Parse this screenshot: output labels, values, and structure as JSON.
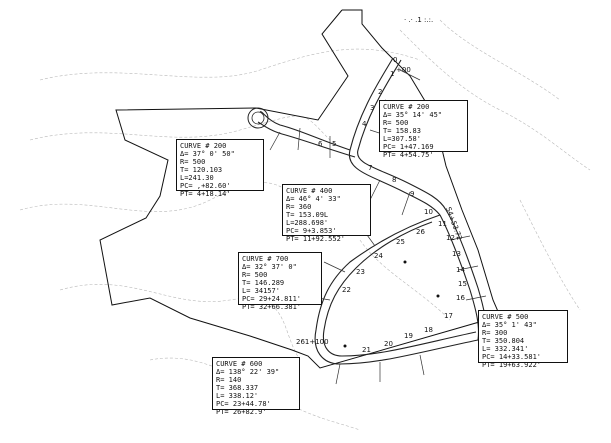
{
  "header_text": "· .· .1 :.:.",
  "colors": {
    "line": "#111111",
    "contour": "#b8b8b8",
    "background": "#ffffff"
  },
  "curves": [
    {
      "id": "curve-200-a",
      "lines": [
        "CURVE # 200",
        "Δ= 37° 0' 50\"",
        "R= 500",
        "T= 120.103",
        "L=241.30",
        "PC= ,+82.60'",
        "PT= 4+18.14'"
      ]
    },
    {
      "id": "curve-200-b",
      "lines": [
        "CURVE # 200",
        "Δ= 35° 14' 45\"",
        "R= 500",
        "T= 158.83",
        "L=307.58'",
        "PC= 1+47.169",
        "PT= 4+54.75'"
      ]
    },
    {
      "id": "curve-400",
      "lines": [
        "CURVE # 400",
        "Δ= 46° 4' 33\"",
        "R= 360",
        "T= 153.09L",
        "L=288.698'",
        "PC= 9+3.853'",
        "PT= 11+92.552'"
      ]
    },
    {
      "id": "curve-700",
      "lines": [
        "CURVE # 700",
        "Δ= 32° 37' 0\"",
        "R= 500",
        "T= 146.289",
        "L= 34157'",
        "PC= 29+24.811'",
        "PT= 32+66.381'"
      ]
    },
    {
      "id": "curve-500",
      "lines": [
        "CURVE # 500",
        "Δ= 35° 1' 43\"",
        "R= 300",
        "T= 350.804",
        "L= 332.341'",
        "PC= 14+33.581'",
        "PT= 19+63.922'"
      ]
    },
    {
      "id": "curve-600",
      "lines": [
        "CURVE # 600",
        "Δ= 138° 22' 39\"",
        "R= 140",
        "T= 368.337",
        "L= 338.12'",
        "PC= 23+44.78'",
        "PT= 26+82.9'"
      ]
    }
  ],
  "stations_north": [
    "0",
    "1",
    "2",
    "3",
    "4",
    "5",
    "6",
    "7",
    "8",
    "9",
    "10",
    "11",
    "12",
    "13",
    "14",
    "15"
  ],
  "stations_loop": [
    "16",
    "17",
    "18",
    "19",
    "20",
    "21",
    "22",
    "23",
    "24",
    "25",
    "26"
  ],
  "marks": {
    "plus_00": "+00",
    "road_label": "S4+53.72",
    "corner_100": "261+100"
  }
}
